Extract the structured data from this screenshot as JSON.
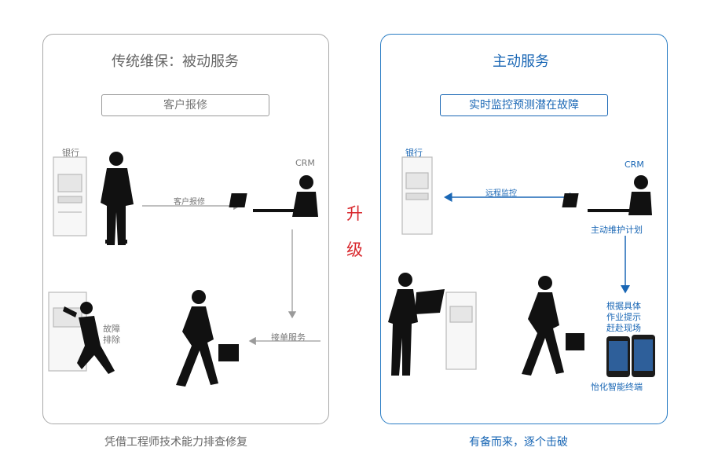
{
  "left": {
    "title": "传统维保：被动服务",
    "box": "客户报修",
    "bank": "银行",
    "fault": "故障",
    "call_label": "客户报修",
    "crm": "CRM",
    "dispatch_label": "接单服务",
    "repair_label_1": "故障",
    "repair_label_2": "排除",
    "caption": "凭借工程师技术能力排查修复"
  },
  "upgrade": [
    "升",
    "级"
  ],
  "right": {
    "title": "主动服务",
    "box": "实时监控预测潜在故障",
    "bank": "银行",
    "remote_label": "远程监控",
    "crm": "CRM",
    "plan_label": "主动维护计划",
    "task_1": "根据具体",
    "task_2": "作业提示",
    "task_3": "赶赴现场",
    "terminal": "怡化智能终端",
    "caption": "有备而来，逐个击破"
  },
  "colors": {
    "left_border": "#a8a8a8",
    "right_border": "#2a7dc4",
    "accent_red": "#d8262b",
    "accent_blue": "#1a67b5"
  }
}
